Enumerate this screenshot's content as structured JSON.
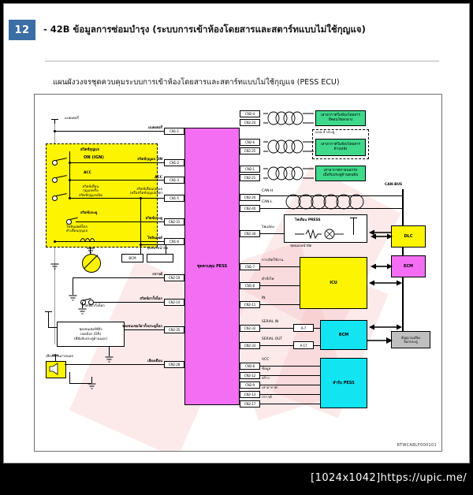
{
  "header": {
    "page_number": "12",
    "title": "- 42B ข้อมูลการซ่อมบำรุง (ระบบการเข้าห้องโดยสารและสตาร์ทแบบไม่ใช้กุญแจ)"
  },
  "diagram": {
    "title": "แผนผังวงจรชุดควบคุมระบบการเข้าห้องโดยสารและสตาร์ทแบบไม่ใช้กุญแจ (PESS ECU)",
    "doc_id": "RTWCABLF000101",
    "ecu_label": "ชุดควบคุม PESS",
    "battery_label": "แบตเตอรี่",
    "ignition_group": {
      "title": "สวิตช์กุญแจ",
      "subtitle": "ON (IGN)",
      "acc_label": "ACC",
      "key_switch_label": "สวิตช์เตือน\nกุญแจหรือ\nสวิตช์กุญแจเปิด",
      "door_switch_label": "สวิตช์ประตู",
      "solenoid_label": "โซลินอยด์ล็อก\nคำเตือนกุญแจ"
    },
    "left_pins": [
      {
        "pin": "CN1-1",
        "label": "แบตเตอรี่"
      },
      {
        "pin": "CN1-2",
        "label": "สวิตช์กุญแจ ON"
      },
      {
        "pin": "CN1-3",
        "label": "ACC"
      },
      {
        "pin": "CN1-5",
        "label": "สวิตช์เตือนกุญแจ\n(หรือสวิตช์กุญแจเปิด)"
      },
      {
        "pin": "CN2-31",
        "label": "สวิตช์ประตู"
      },
      {
        "pin": "CN1-6",
        "label": "โซลินอยด์"
      },
      {
        "pin": "CN2-19",
        "label": "กราวด์"
      },
      {
        "pin": "CN2-14",
        "label": "สวิตช์ฝากั้งล็อก"
      },
      {
        "pin": "CN2-35",
        "label": "ชุดเซนเซอร์ฝากั้งประตูล็อก"
      },
      {
        "pin": "CN2-28",
        "label": "เสียงเตือน"
      }
    ],
    "right_pins_top": [
      {
        "pin": "CN2-4",
        "pin2": "CN2-24",
        "label": "เสาอากาศในห้องโดยสาร\nที่คอนโซลกลาง"
      },
      {
        "pin": "CN2-6",
        "pin2": "CN2-25",
        "label": "เสาอากาศในห้องโดยสาร\nด้านหลัง"
      },
      {
        "pin": "CN2-1",
        "pin2": "CN2-21",
        "label": "เสาอากาศภายนอกรถ\nเมื่อรับประตูด้านคนขับ"
      }
    ],
    "antenna_group_note": "แบบ 4 ประตู",
    "can_pins": [
      {
        "pin": "CN2-20",
        "label": "CAN-H"
      },
      {
        "pin": "CN2-40",
        "label": "CAN-L"
      }
    ],
    "can_bus_label": "CAN-BUS",
    "press_pins": [
      {
        "pin": "CN2-34",
        "label": "ไฟแสดง"
      }
    ],
    "press_box": {
      "title": "ไฟเตือน PRESS",
      "caption": "ชุดแผงหน้าปัด"
    },
    "icu_pins": [
      {
        "pin": "CN1-7",
        "label": "การเปิดใช้งาน"
      },
      {
        "pin": "CN1-8",
        "label": "คำสั่งไฟ"
      },
      {
        "pin": "CN2-11",
        "label": "IN"
      }
    ],
    "icu_label": "ICU",
    "serial_pins": [
      {
        "pin": "CN2-32",
        "label": "SERIAL IN",
        "tap": "A-7"
      },
      {
        "pin": "CN2-33",
        "label": "SERIAL OUT",
        "tap": "A-17"
      }
    ],
    "bcm_label": "BCM",
    "bcm_small_label": "BCM",
    "alarm_box_label": "สัญญาณเสียง\nล็อกประตู",
    "receiver_pins": [
      {
        "pin": "CN2-8",
        "label": "VCC"
      },
      {
        "pin": "CN2-12",
        "label": "ข้อมูล"
      },
      {
        "pin": "CN2-9",
        "label": "สร้าง"
      },
      {
        "pin": "CN2-13",
        "label": "เสาอากาศ"
      },
      {
        "pin": "CN2-17",
        "label": "กราวด์"
      }
    ],
    "receiver_label": "สำรับ PESS",
    "dlc_label": "DLC",
    "ecm_label": "ECM",
    "door_sensor_label": "ชุดเซนเซอร์ที่สั่ง\nปลดล็อก (DR)\n(ที่มือจับประตูด้านนอก)",
    "door_lock_switch_label": "สวิตช์ฝากั้งล็อก",
    "horn_label": "เสียงเตือนภายนอก",
    "panel_switch_label": "ชุดแผงหน้าปัด"
  },
  "footer": {
    "url": "[1024x1042]https://upic.me/"
  },
  "colors": {
    "badge": "#3b6ea5",
    "ecu": "#f46ef4",
    "green": "#3fd98b",
    "cyan": "#12e4f2",
    "yellow": "#fcf400",
    "magenta": "#f46ef4",
    "gray": "#bfbfbf"
  }
}
